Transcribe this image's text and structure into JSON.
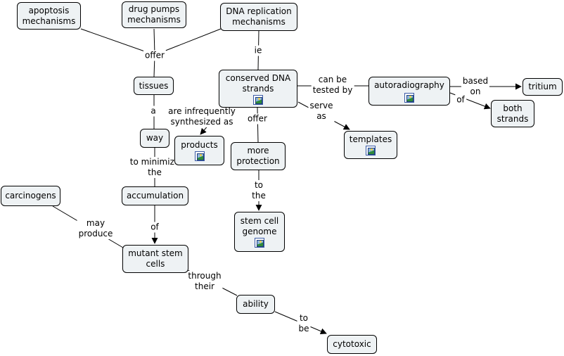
{
  "nodes": {
    "apoptosis": "apoptosis\nmechanisms",
    "drug_pumps": "drug pumps\nmechanisms",
    "dna_replication": "DNA replication\nmechanisms",
    "tissues": "tissues",
    "conserved": "conserved DNA\nstrands",
    "autoradiography": "autoradiography",
    "tritium": "tritium",
    "both_strands": "both\nstrands",
    "way": "way",
    "products": "products",
    "more_protection": "more\nprotection",
    "templates": "templates",
    "accumulation": "accumulation",
    "carcinogens": "carcinogens",
    "stem_cell_genome": "stem cell\ngenome",
    "mutant_stem_cells": "mutant stem\ncells",
    "ability": "ability",
    "cytotoxic": "cytotoxic"
  },
  "links": {
    "offer_top": "offer",
    "ie": "ie",
    "can_be_tested_by": "can be\ntested by",
    "based_on": "based\non",
    "of_strands": "of",
    "a": "a",
    "infrequently": "are infrequently\nsynthesized as",
    "offer_mid": "offer",
    "serve_as": "serve\nas",
    "to_minimize": "to minimize\nthe",
    "to_the": "to\nthe",
    "of_acc": "of",
    "may_produce": "may\nproduce",
    "through_their": "through\ntheir",
    "to_be": "to\nbe"
  },
  "icons": [
    "image-resource-icon"
  ]
}
